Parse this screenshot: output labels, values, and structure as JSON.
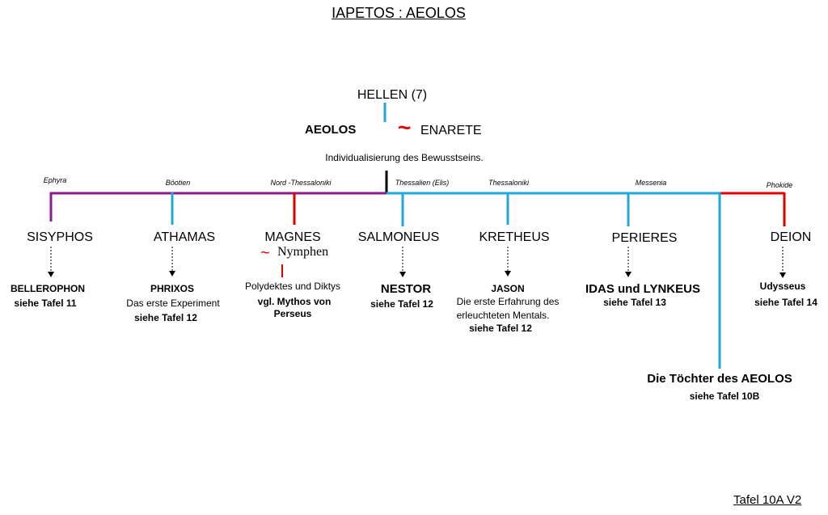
{
  "title": "IAPETOS : AEOLOS",
  "top": {
    "hellen": "HELLEN (7)",
    "aeolos": "AEOLOS",
    "union_symbol": "~",
    "enarete": "ENARETE",
    "note": "Individualisierung des Bewusstseins."
  },
  "regions": {
    "ephyra": "Ephyra",
    "boeotien": "Böotien",
    "nord_thessaloniki": "Nord -Thessaloniki",
    "thessalien": "Thessalien (Elis)",
    "thessaloniki": "Thessaloniki",
    "messenia": "Messenia",
    "phokide": "Phokide"
  },
  "sons": {
    "sisyphos": "SISYPHOS",
    "athamas": "ATHAMAS",
    "magnes": "MAGNES",
    "salmoneus": "SALMONEUS",
    "kretheus": "KRETHEUS",
    "perieres": "PERIERES",
    "deion": "DEION"
  },
  "magnes_union": {
    "symbol": "~",
    "partner": "Nymphen"
  },
  "descendants": {
    "sisyphos": {
      "name": "BELLEROPHON",
      "ref": "siehe Tafel 11"
    },
    "athamas": {
      "name": "PHRIXOS",
      "note": "Das erste Experiment",
      "ref": "siehe Tafel 12"
    },
    "magnes": {
      "line1": "Polydektes und Diktys",
      "line2": "vgl. Mythos von",
      "line3": "Perseus"
    },
    "salmoneus": {
      "name": "NESTOR",
      "ref": "siehe Tafel 12"
    },
    "kretheus": {
      "name": "JASON",
      "note1": "Die erste Erfahrung des",
      "note2": "erleuchteten Mentals.",
      "ref": "siehe Tafel 12"
    },
    "perieres": {
      "name": "IDAS und LYNKEUS",
      "ref": "siehe Tafel 13"
    },
    "deion": {
      "name": "Udysseus",
      "ref": "siehe Tafel 14"
    }
  },
  "daughters": {
    "label": "Die Töchter des AEOLOS",
    "ref": "siehe Tafel  10B"
  },
  "footer": "Tafel 10A V2",
  "colors": {
    "purple": "#8b1a8b",
    "blue": "#1eaad8",
    "red": "#e00000",
    "black": "#000000"
  }
}
